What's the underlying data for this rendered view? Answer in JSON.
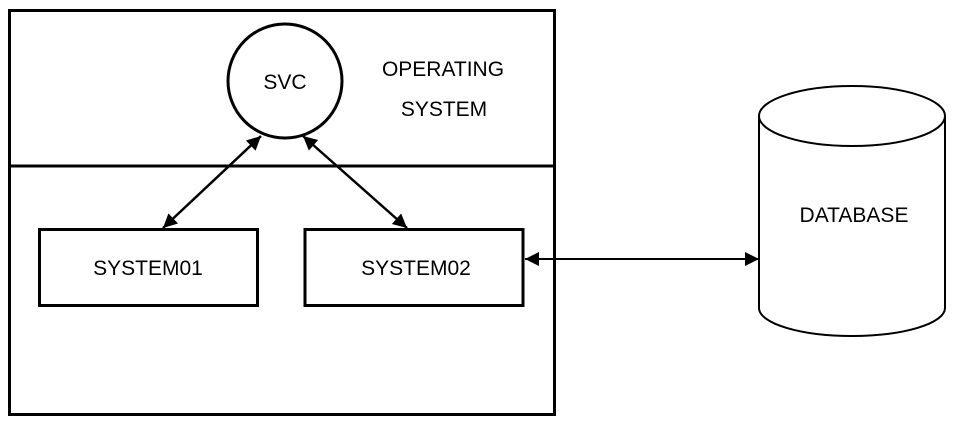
{
  "diagram": {
    "type": "system-architecture",
    "colors": {
      "stroke": "#000000",
      "background": "#ffffff",
      "text": "#000000"
    },
    "container": {
      "label_line1": "OPERATING",
      "label_line2": "SYSTEM"
    },
    "nodes": {
      "svc": {
        "label": "SVC",
        "shape": "circle"
      },
      "system01": {
        "label": "SYSTEM01",
        "shape": "rectangle"
      },
      "system02": {
        "label": "SYSTEM02",
        "shape": "rectangle"
      },
      "database": {
        "label": "DATABASE",
        "shape": "cylinder"
      }
    },
    "edges": [
      {
        "from": "svc",
        "to": "system01",
        "direction": "bidirectional"
      },
      {
        "from": "svc",
        "to": "system02",
        "direction": "bidirectional"
      },
      {
        "from": "system02",
        "to": "database",
        "direction": "bidirectional"
      }
    ]
  }
}
